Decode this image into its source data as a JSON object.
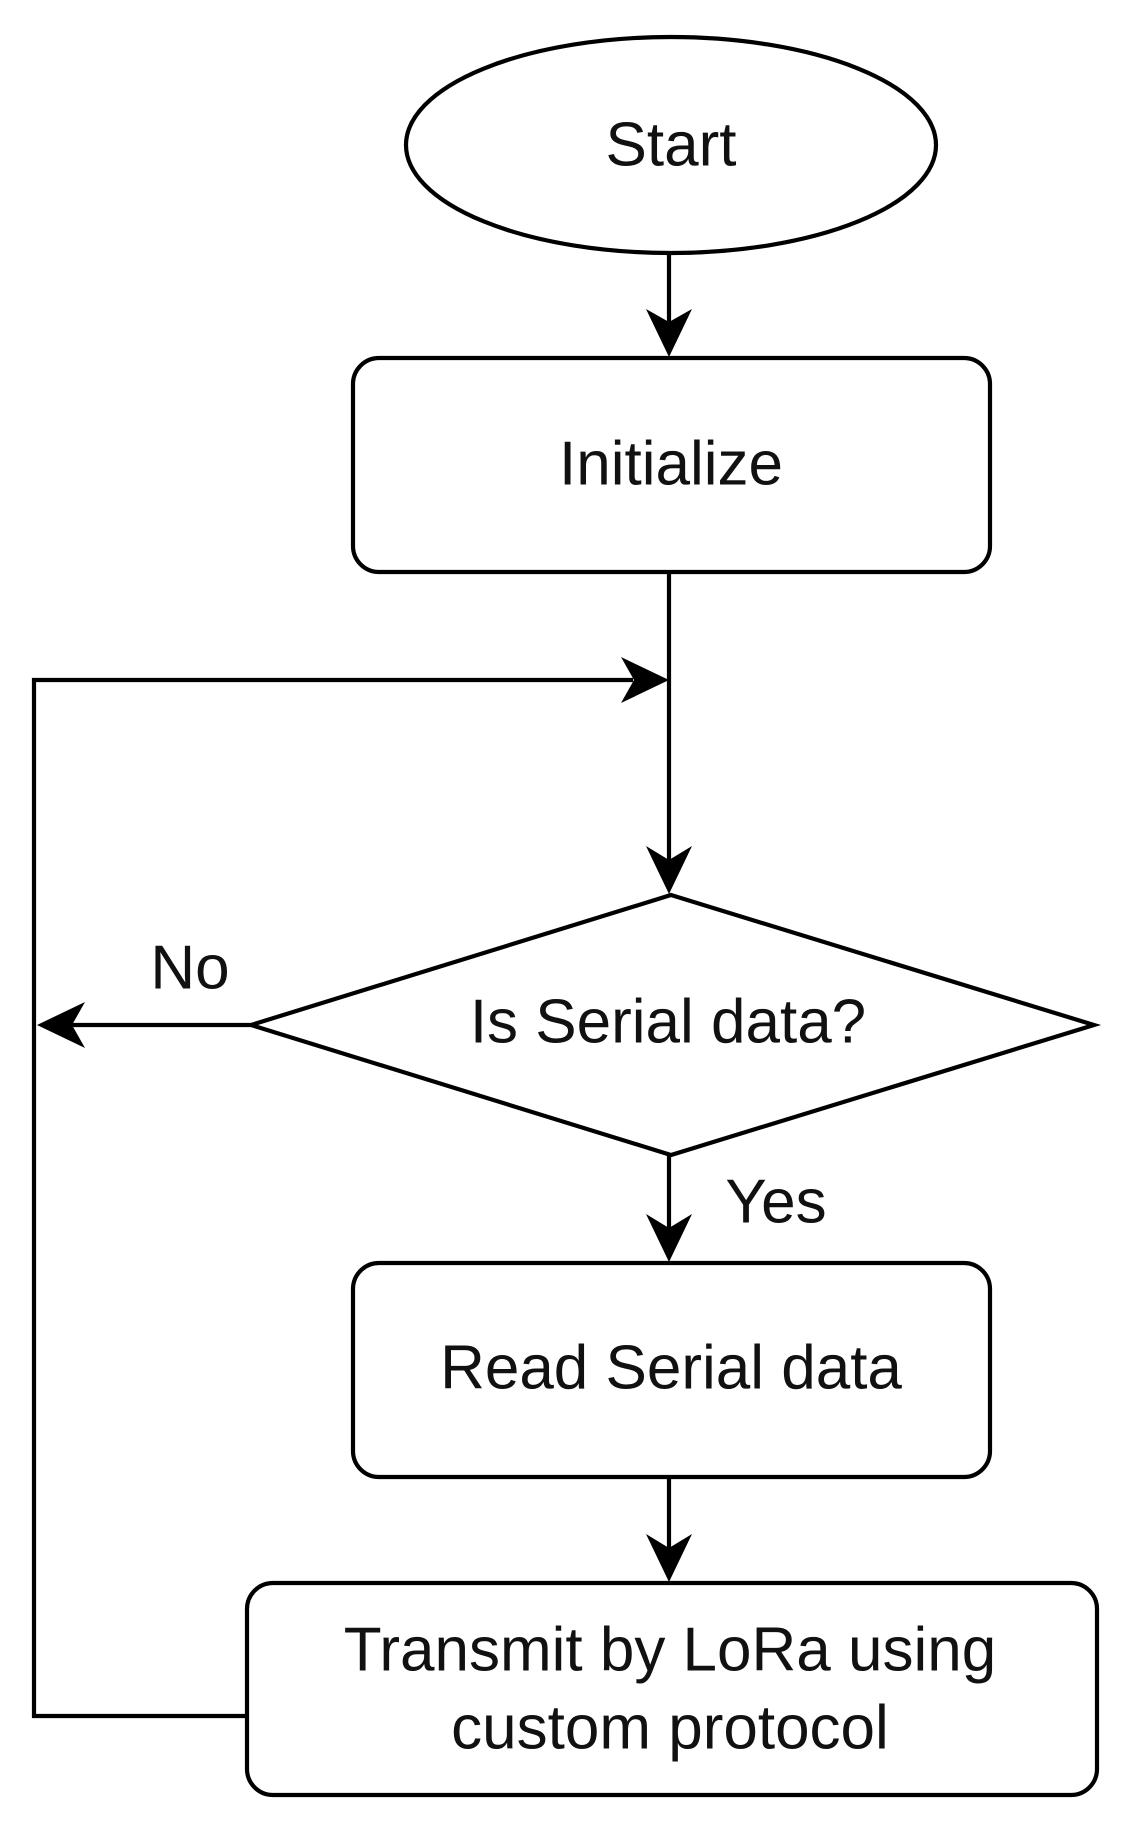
{
  "flowchart": {
    "nodes": {
      "start": {
        "shape": "ellipse",
        "label": "Start"
      },
      "initialize": {
        "shape": "rounded-rectangle",
        "label": "Initialize"
      },
      "decision": {
        "shape": "diamond",
        "label": "Is Serial data?"
      },
      "read": {
        "shape": "rounded-rectangle",
        "label": "Read Serial data"
      },
      "transmit": {
        "shape": "rounded-rectangle",
        "label_line1": "Transmit by LoRa using",
        "label_line2": "custom protocol"
      }
    },
    "edges": {
      "start_to_initialize": {
        "from": "Start",
        "to": "Initialize"
      },
      "initialize_to_decision": {
        "from": "Initialize",
        "to": "Is Serial data?"
      },
      "decision_no": {
        "from": "Is Serial data?",
        "to": "loop",
        "label": "No"
      },
      "decision_yes": {
        "from": "Is Serial data?",
        "to": "Read Serial data",
        "label": "Yes"
      },
      "read_to_transmit": {
        "from": "Read Serial data",
        "to": "Transmit by LoRa using custom protocol"
      },
      "transmit_loop_back": {
        "from": "Transmit by LoRa using custom protocol",
        "to": "Is Serial data?"
      }
    },
    "colors": {
      "stroke": "#000000",
      "fill": "#ffffff",
      "text": "#111111"
    }
  }
}
